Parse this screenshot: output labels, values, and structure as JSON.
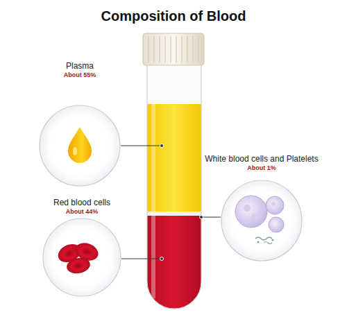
{
  "diagram": {
    "title": "Composition of Blood",
    "nodes": [
      {
        "text": [
          "Plasma",
          "About 55%"
        ]
      },
      {
        "text": [
          "White blood cells and Platelets",
          "About 1%"
        ]
      },
      {
        "text": [
          "Red blood cells",
          "About 44%"
        ]
      }
    ]
  }
}
